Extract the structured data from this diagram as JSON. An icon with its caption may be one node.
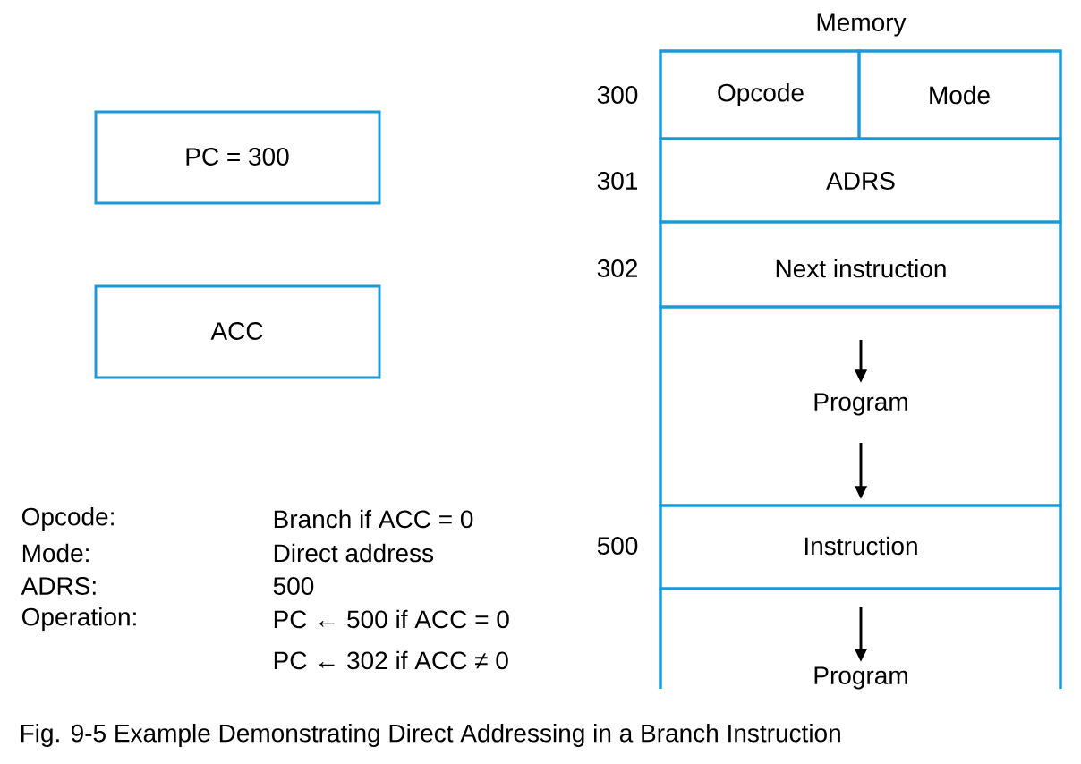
{
  "diagram": {
    "caption": "Fig. 9-5 Example Demonstrating Direct Addressing in a Branch Instruction",
    "nodes": [
      {
        "text": [
          "PC = 300"
        ]
      },
      {
        "text": [
          "ACC"
        ]
      },
      {
        "text": [
          "Memory"
        ]
      },
      {
        "text": [
          "Opcode"
        ],
        "in": 2,
        "beside": [
          "300"
        ]
      },
      {
        "text": [
          "Mode"
        ],
        "in": 2
      },
      {
        "text": [
          "ADRS"
        ],
        "in": 2,
        "beside": [
          "301"
        ]
      },
      {
        "text": [
          "Next instruction"
        ],
        "in": 2,
        "beside": [
          "302"
        ]
      },
      {
        "text": [
          "Program"
        ],
        "in": 2
      },
      {
        "text": [
          "Instruction"
        ],
        "in": 2,
        "beside": [
          "500"
        ]
      },
      {
        "text": [
          "Program"
        ],
        "in": 2
      }
    ],
    "labels": [
      "Opcode:",
      "Branch if ACC = 0",
      "Mode:",
      "Direct address",
      "ADRS:",
      "500",
      "Operation:",
      "PC ← 500 if ACC = 0",
      "PC ← 302 if ACC ≠ 0"
    ]
  }
}
